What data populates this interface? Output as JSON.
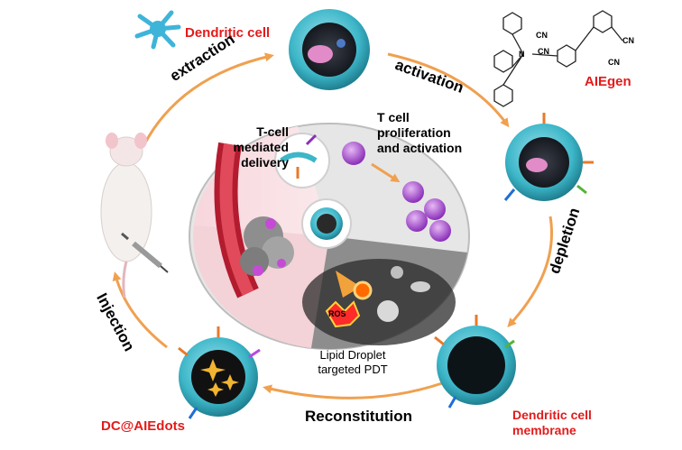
{
  "labels": {
    "dendritic_cell": "Dendritic cell",
    "aiegen": "AIEgen",
    "dendritic_cell_membrane_line1": "Dendritic cell",
    "dendritic_cell_membrane_line2": "membrane",
    "dc_aiedots": "DC@AIEdots"
  },
  "steps": {
    "extraction": "extraction",
    "activation": "activation",
    "depletion": "depletion",
    "reconstitution": "Reconstitution",
    "injection": "Injection"
  },
  "center": {
    "tcell_delivery": [
      "T-cell",
      "mediated",
      "delivery"
    ],
    "tcell_proliferation": [
      "T cell",
      "proliferation",
      "and activation"
    ],
    "lipid_pdt": [
      "Lipid Droplet",
      "targeted PDT"
    ],
    "ros": "ROS"
  },
  "chem": {
    "cn": "CN",
    "n": "N"
  },
  "colors": {
    "red_label": "#e31b1b",
    "arrow": "#f0a050",
    "membrane": "#3cb6c8",
    "pink": "#f2c4cc"
  }
}
